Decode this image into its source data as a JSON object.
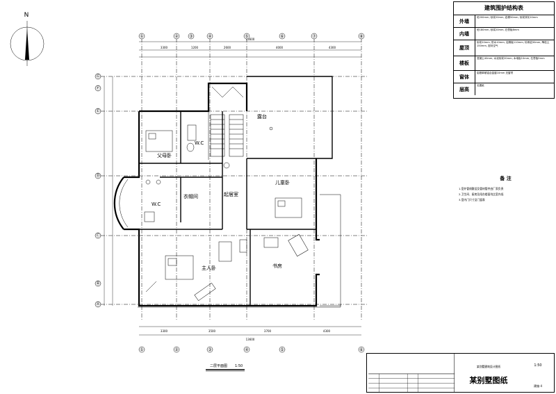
{
  "north": {
    "label": "N"
  },
  "legend": {
    "title": "建筑围护结构表",
    "rows": [
      {
        "key": "外墙",
        "value": "砼200mm, 砂浆20mm, 岩棉50mm, 砂浆抹灰20mm"
      },
      {
        "key": "内墙",
        "value": "砼180mm, 砂浆20mm, 石膏板8mm"
      },
      {
        "key": "屋顶",
        "value": "砂浆20mm, 防水10mm, 岩棉板110mm, 珍珠岩30mm, 陶粒土150mm, 密封空气"
      },
      {
        "key": "楼板",
        "value": "混凝土40mm, 水泥砂浆20mm, 木地板10mm, 石膏板5mm"
      },
      {
        "key": "窗体",
        "value": "铝框单玻铝合金窗10mm 无窗帘"
      },
      {
        "key": "层高",
        "value": "见图纸"
      }
    ]
  },
  "notes": {
    "title": "备 注",
    "items": [
      "1.室外管线敷设及管材管件由厂家负责",
      "2.卫生间、厨房及阳台楼面均比室内低",
      "3.室内门尺寸见门窗表"
    ]
  },
  "rooms": {
    "parents": "父母卧",
    "wc": "W.C",
    "cloak": "衣帽间",
    "living": "起居室",
    "kids": "儿童卧",
    "master": "主人卧",
    "study": "书房",
    "terrace": "露台"
  },
  "axes": {
    "top": [
      "①",
      "②",
      "③",
      "④",
      "⑤",
      "⑥",
      "⑦",
      "⑧"
    ],
    "bottom": [
      "①",
      "②",
      "③",
      "④",
      "⑤",
      "⑥"
    ],
    "left": [
      "Ⓐ",
      "Ⓑ",
      "Ⓒ",
      "Ⓓ",
      "Ⓔ",
      "Ⓕ",
      "Ⓖ"
    ]
  },
  "dims": {
    "top_total": "13600",
    "top_segments": [
      "3300",
      "1200",
      "2600",
      "4000",
      "4300"
    ],
    "bottom_total": "13600",
    "bottom_segments": [
      "3300",
      "3500",
      "3700",
      "4300"
    ]
  },
  "drawing": {
    "title": "二层平面图",
    "scale": "1:50"
  },
  "title_block": {
    "drawing_name": "某别墅图纸",
    "project": "某别墅建筑设计图纸",
    "scale": "1:50",
    "drawing_no": "建施-4"
  }
}
